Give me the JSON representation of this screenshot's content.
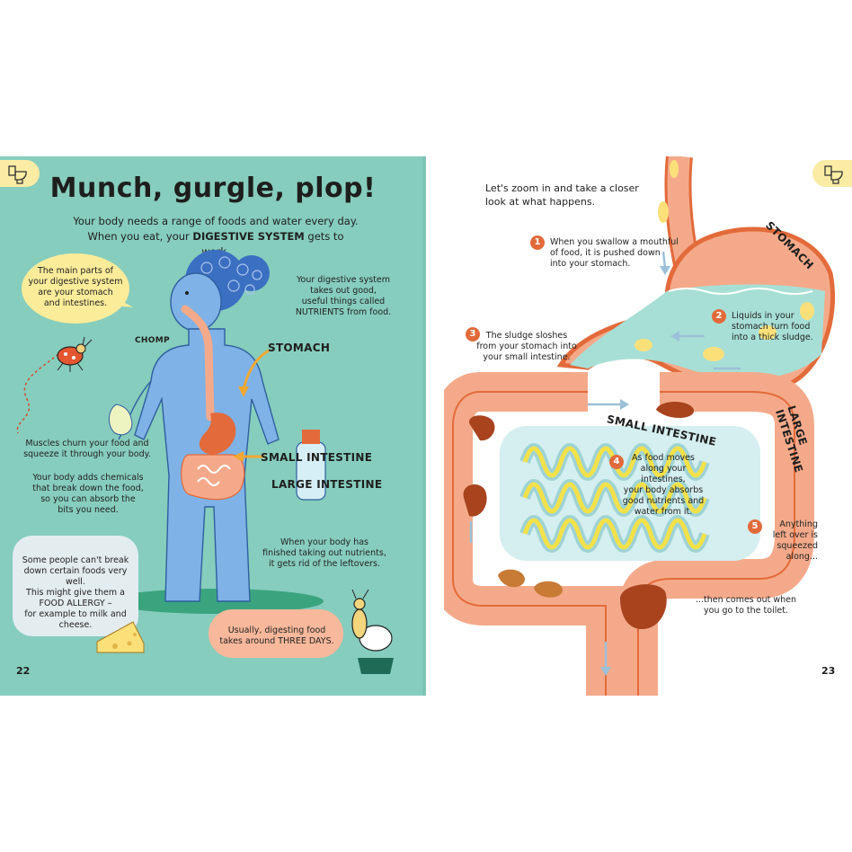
{
  "left": {
    "title": "Munch, gurgle, plop!",
    "intro_line1": "Your body needs a range of foods and water every day.",
    "intro_line2_a": "When you eat, your ",
    "intro_line2_caps": "DIGESTIVE SYSTEM",
    "intro_line2_b": " gets to work.",
    "bubble_main_parts": [
      "The main parts of",
      "your digestive system",
      "are your stomach",
      "and intestines."
    ],
    "chomp": "CHOMP",
    "nutrients_text": [
      "Your digestive system",
      "takes out good,",
      "useful things called",
      "NUTRIENTS from food."
    ],
    "label_stomach": "STOMACH",
    "label_small": "SMALL INTESTINE",
    "label_large": "LARGE INTESTINE",
    "muscles_text": [
      "Muscles churn your food and",
      "squeeze it through your body."
    ],
    "chemicals_text": [
      "Your body adds chemicals",
      "that break down the food,",
      "so you can absorb the",
      "bits you need."
    ],
    "allergy_text": [
      "Some people can't break",
      "down certain foods very well.",
      "This might give them a",
      "FOOD ALLERGY –",
      "for example to milk and cheese."
    ],
    "leftovers_text": [
      "When your body has",
      "finished taking out nutrients,",
      "it gets rid of the leftovers."
    ],
    "three_days_text": [
      "Usually, digesting food",
      "takes around THREE DAYS."
    ],
    "page_number": "22"
  },
  "right": {
    "zoom_text": [
      "Let's zoom in and take a closer",
      "look at what happens."
    ],
    "stomach_label": "STOMACH",
    "small_label": "SMALL INTESTINE",
    "large_label": "LARGE INTESTINE",
    "steps": [
      {
        "num": "1",
        "lines": [
          "When you swallow a mouthful",
          "of food, it is pushed down",
          "into your stomach."
        ]
      },
      {
        "num": "2",
        "lines": [
          "Liquids in your",
          "stomach turn food",
          "into a thick sludge."
        ]
      },
      {
        "num": "3",
        "lines": [
          "The sludge sloshes",
          "from your stomach into",
          "your small intestine."
        ]
      },
      {
        "num": "4",
        "lines": [
          "As food moves",
          "along your intestines,",
          "your body absorbs",
          "good nutrients and",
          "water from it."
        ]
      },
      {
        "num": "5",
        "lines": [
          "Anything",
          "left over is",
          "squeezed along..."
        ]
      }
    ],
    "toilet_text": [
      "...then comes out when",
      "you go to the toilet."
    ],
    "page_number": "23"
  },
  "colors": {
    "left_bg": "#86cdbd",
    "bubble_yellow": "#fbec9a",
    "bubble_grey": "#e3ecef",
    "bubble_orange": "#f8b89b",
    "organ_pink": "#f4aa8a",
    "organ_outline": "#e36a3a",
    "body_blue": "#7fb2e6",
    "arrow_orange": "#f3a833",
    "waste_brown": "#a8431e"
  }
}
